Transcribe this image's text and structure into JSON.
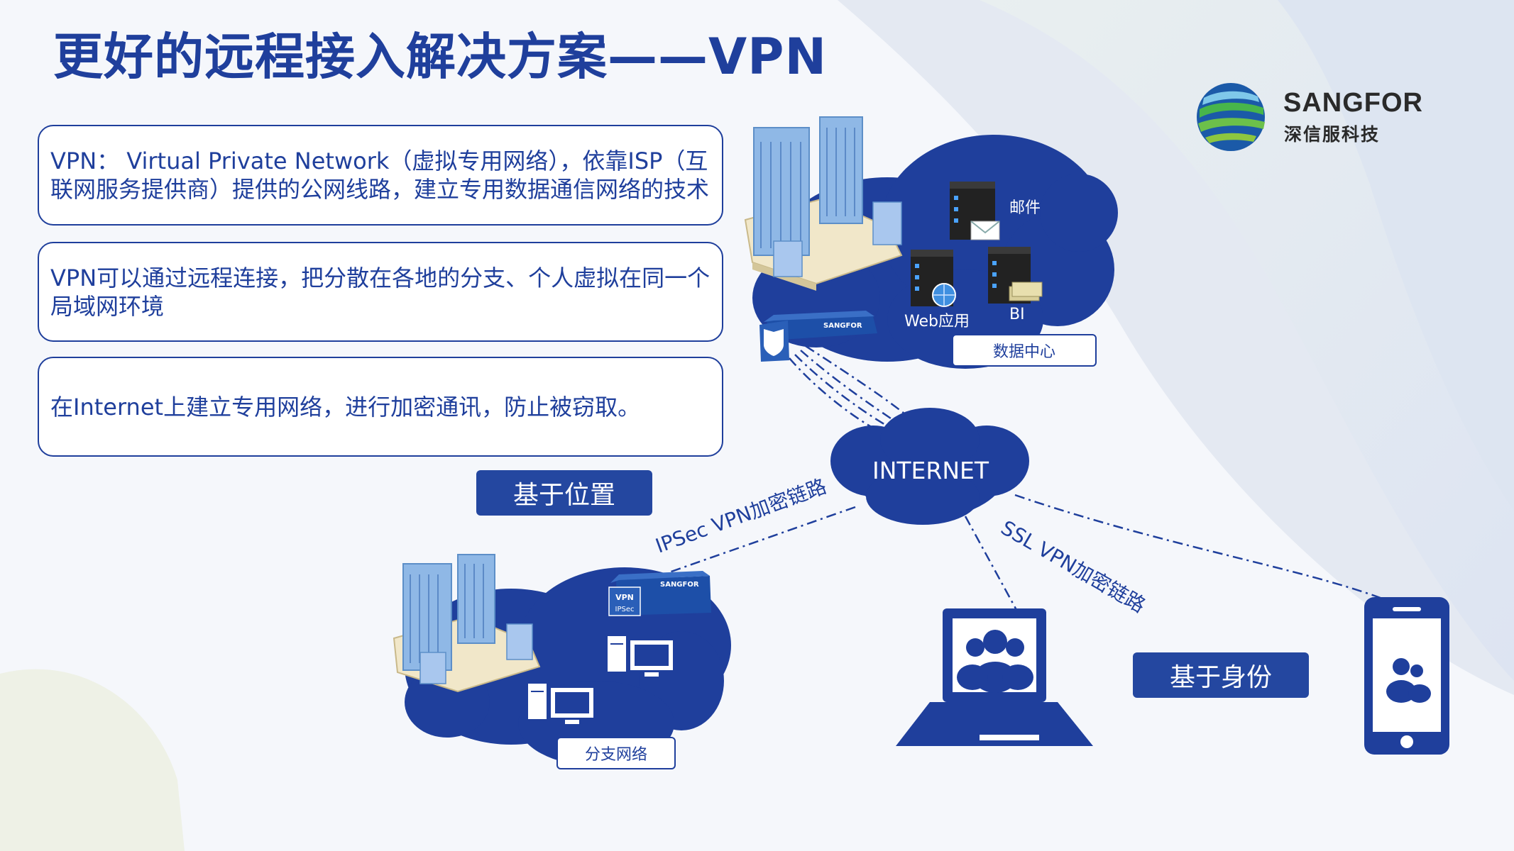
{
  "title": "更好的远程接入解决方案——VPN",
  "logo": {
    "name": "SANGFOR",
    "subtitle": "深信服科技"
  },
  "info_boxes": [
    "VPN： Virtual Private Network（虚拟专用网络），依靠ISP（互联网服务提供商）提供的公网线路，建立专用数据通信网络的技术",
    "VPN可以通过远程连接，把分散在各地的分支、个人虚拟在同一个局域网环境",
    "在Internet上建立专用网络，进行加密通讯，防止被窃取。"
  ],
  "buttons": {
    "location": "基于位置",
    "identity": "基于身份"
  },
  "diagram": {
    "datacenter": {
      "label": "数据中心",
      "mail": "邮件",
      "web": "Web应用",
      "bi": "BI"
    },
    "internet": "INTERNET",
    "branch": {
      "label": "分支网络",
      "device_line1": "VPN",
      "device_line2": "IPSec"
    },
    "ipsec_link": "IPSec VPN加密链路",
    "ssl_link": "SSL VPN加密链路",
    "device_brand": "SANGFOR"
  },
  "colors": {
    "primary": "#1f3f9c",
    "cloud": "#1f3f9c",
    "button": "#2447a0"
  }
}
